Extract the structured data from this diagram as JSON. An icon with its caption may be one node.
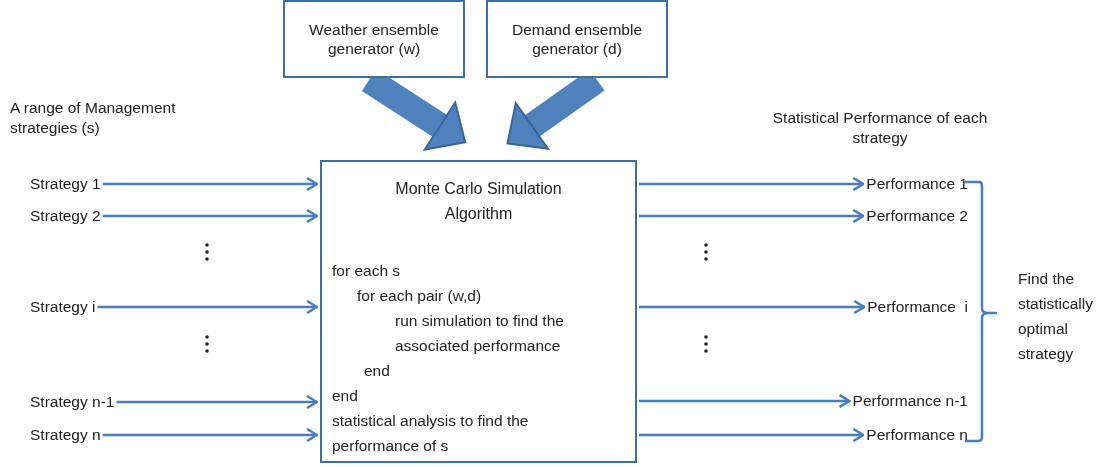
{
  "diagram": {
    "nodes": [
      {
        "text": [
          "Weather ensemble generator (w)"
        ]
      },
      {
        "text": [
          "Demand ensemble generator (d)"
        ]
      },
      {
        "text": [
          "Monte Carlo Simulation Algorithm",
          "for each s",
          "for each pair (w,d)",
          "run simulation to find the associated performance",
          "end",
          "end",
          "statistical analysis to find the performance of s"
        ]
      },
      {
        "text": [
          "Strategy 1"
        ]
      },
      {
        "text": [
          "Strategy 2"
        ]
      },
      {
        "text": [
          "Strategy i"
        ]
      },
      {
        "text": [
          "Strategy n-1"
        ]
      },
      {
        "text": [
          "Strategy n"
        ]
      },
      {
        "text": [
          "Performance 1"
        ]
      },
      {
        "text": [
          "Performance 2"
        ]
      },
      {
        "text": [
          "Performance  i"
        ]
      },
      {
        "text": [
          "Performance n-1"
        ]
      },
      {
        "text": [
          "Performance n"
        ]
      }
    ],
    "edges": [
      {
        "from": 0,
        "to": 2,
        "arrow": "to",
        "style": "thick"
      },
      {
        "from": 1,
        "to": 2,
        "arrow": "to",
        "style": "thick"
      },
      {
        "from": 3,
        "to": 2,
        "arrow": "to"
      },
      {
        "from": 4,
        "to": 2,
        "arrow": "to"
      },
      {
        "from": 5,
        "to": 2,
        "arrow": "to"
      },
      {
        "from": 6,
        "to": 2,
        "arrow": "to"
      },
      {
        "from": 7,
        "to": 2,
        "arrow": "to"
      },
      {
        "from": 2,
        "to": 8,
        "arrow": "to"
      },
      {
        "from": 2,
        "to": 9,
        "arrow": "to"
      },
      {
        "from": 2,
        "to": 10,
        "arrow": "to"
      },
      {
        "from": 2,
        "to": 11,
        "arrow": "to"
      },
      {
        "from": 2,
        "to": 12,
        "arrow": "to"
      }
    ],
    "labels": [
      "A range of Management strategies (s)",
      "Statistical Performance of each strategy",
      "Find the statistically optimal strategy"
    ]
  }
}
